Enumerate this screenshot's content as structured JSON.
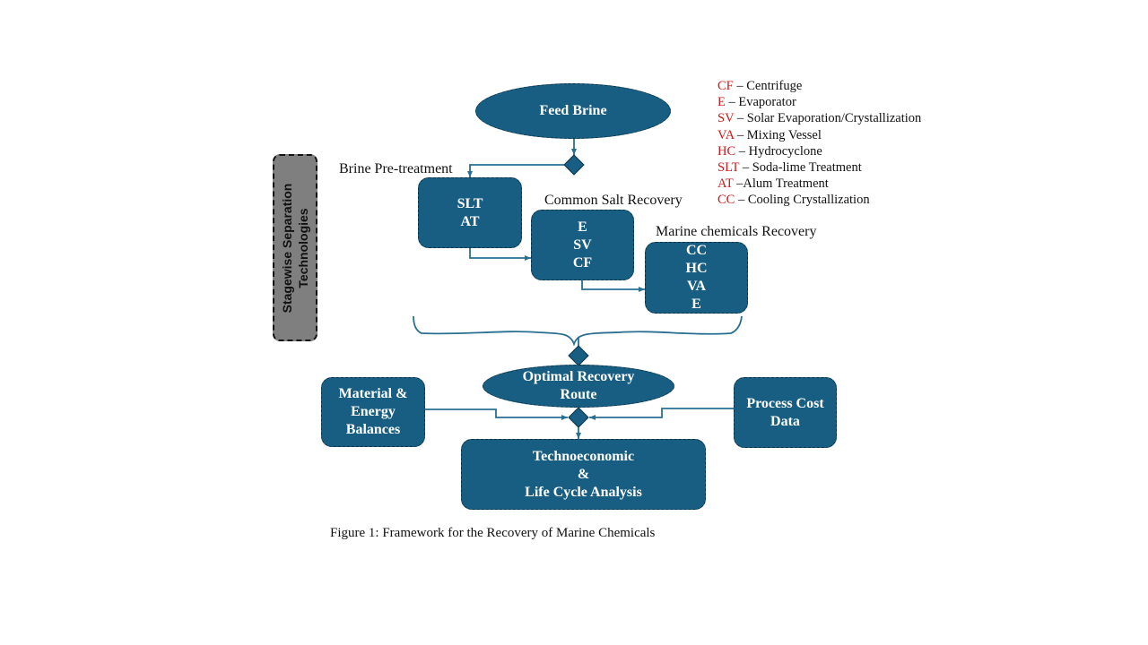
{
  "diagram": {
    "feed": "Feed Brine",
    "sidebar_label_line1": "Stagewise Separation",
    "sidebar_label_line2": "Technologies",
    "stages": [
      {
        "title": "Brine Pre-treatment",
        "items": [
          "SLT",
          "AT"
        ]
      },
      {
        "title": "Common Salt Recovery",
        "items": [
          "E",
          "SV",
          "CF"
        ]
      },
      {
        "title": "Marine chemicals Recovery",
        "items": [
          "CC",
          "HC",
          "VA",
          "E"
        ]
      }
    ],
    "optimal_route_line1": "Optimal Recovery",
    "optimal_route_line2": "Route",
    "material_balances": [
      "Material &",
      "Energy",
      "Balances"
    ],
    "process_cost": [
      "Process Cost",
      "Data"
    ],
    "analysis": [
      "Technoeconomic",
      "&",
      "Life Cycle Analysis"
    ],
    "caption": "Figure 1: Framework for the Recovery of Marine Chemicals"
  },
  "legend": [
    {
      "abbr": "CF",
      "desc": " – Centrifuge"
    },
    {
      "abbr": "E",
      "desc": " – Evaporator"
    },
    {
      "abbr": "SV",
      "desc": " – Solar Evaporation/Crystallization"
    },
    {
      "abbr": "VA",
      "desc": " – Mixing Vessel"
    },
    {
      "abbr": "HC",
      "desc": " – Hydrocyclone"
    },
    {
      "abbr": "SLT",
      "desc": " – Soda-lime Treatment"
    },
    {
      "abbr": "AT",
      "desc": " –Alum Treatment"
    },
    {
      "abbr": "CC",
      "desc": " – Cooling Crystallization"
    }
  ],
  "colors": {
    "node_fill": "#175e82",
    "connector": "#2a6f92",
    "legend_abbr": "#d0191b",
    "sidebar_fill": "#7f7f7f"
  }
}
